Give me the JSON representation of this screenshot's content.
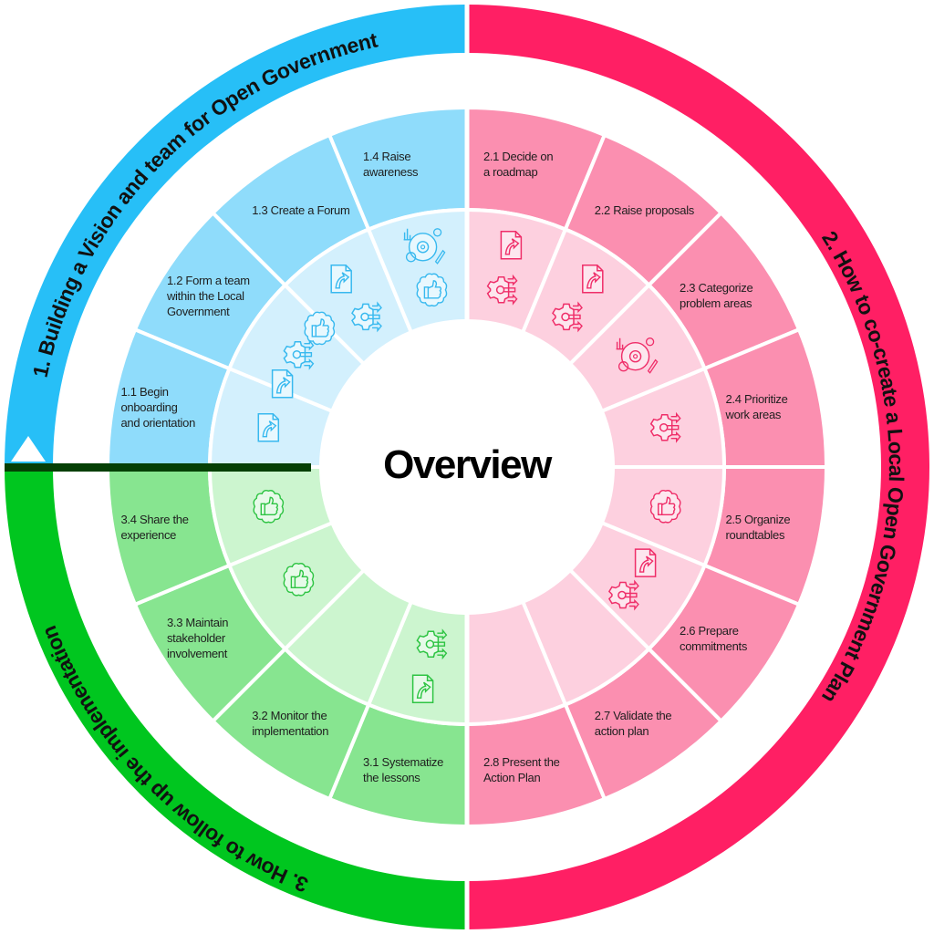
{
  "title": "Overview",
  "sections": [
    {
      "id": "vision",
      "title": "1. Building a Vision and team for Open Government",
      "colors": {
        "ring": "#27bff7",
        "segment": "#8fdcfb",
        "inner": "#d3f0fd",
        "icon": "#38b9ef",
        "iconFill": "#e8f8fe"
      },
      "segments": [
        {
          "label": "1.1 Begin\nonboarding\nand orientation",
          "icons": [
            "document-arrow-icon"
          ]
        },
        {
          "label": "1.2 Form a team\nwithin the Local\nGovernment",
          "icons": [
            "document-arrow-icon",
            "gear-arrows-icon",
            "thumbs-up-icon"
          ]
        },
        {
          "label": "1.3 Create a Forum",
          "icons": [
            "document-arrow-icon",
            "gear-arrows-icon"
          ]
        },
        {
          "label": "1.4 Raise\nawareness",
          "icons": [
            "chart-gear-icon",
            "thumbs-up-icon"
          ]
        }
      ]
    },
    {
      "id": "cocreate",
      "title": "2. How to co-create a Local Open Government Plan",
      "colors": {
        "ring": "#ff1f64",
        "segment": "#fb8fb0",
        "inner": "#fdd0df",
        "icon": "#ef2e69",
        "iconFill": "#fde6ee"
      },
      "segments": [
        {
          "label": "2.1 Decide on\na roadmap",
          "icons": [
            "document-arrow-icon",
            "gear-arrows-icon"
          ]
        },
        {
          "label": "2.2 Raise proposals",
          "icons": [
            "document-arrow-icon",
            "gear-arrows-icon"
          ]
        },
        {
          "label": "2.3 Categorize\nproblem areas",
          "icons": [
            "chart-gear-icon"
          ]
        },
        {
          "label": "2.4 Prioritize\nwork areas",
          "icons": [
            "gear-arrows-icon"
          ]
        },
        {
          "label": "2.5 Organize\nroundtables",
          "icons": [
            "thumbs-up-icon"
          ]
        },
        {
          "label": "2.6 Prepare\ncommitments",
          "icons": [
            "document-arrow-icon",
            "gear-arrows-icon"
          ]
        },
        {
          "label": "2.7 Validate the\naction plan",
          "icons": []
        },
        {
          "label": "2.8 Present the\nAction Plan",
          "icons": []
        }
      ]
    },
    {
      "id": "followup",
      "title": "3. How to follow up the implementation",
      "colors": {
        "ring": "#00c61f",
        "segment": "#87e590",
        "inner": "#ccf5cf",
        "icon": "#2ec443",
        "iconFill": "#e6fae8"
      },
      "segments": [
        {
          "label": "3.1 Systematize\nthe lessons",
          "icons": [
            "document-arrow-icon",
            "gear-arrows-icon"
          ]
        },
        {
          "label": "3.2 Monitor the\nimplementation",
          "icons": []
        },
        {
          "label": "3.3 Maintain\nstakeholder\ninvolvement",
          "icons": [
            "thumbs-up-icon"
          ]
        },
        {
          "label": "3.4 Share the\nexperience",
          "icons": [
            "thumbs-up-icon"
          ]
        }
      ]
    }
  ],
  "divider_color": "#053f05"
}
